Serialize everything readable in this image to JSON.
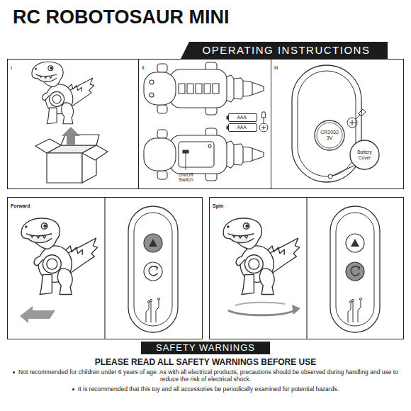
{
  "diagram": {
    "title": "RC ROBOTOSAUR MINI",
    "nodes": [
      {
        "text": [
          "OPERATING INSTRUCTIONS"
        ]
      },
      {
        "text": [
          "i"
        ]
      },
      {
        "text": [
          "ii"
        ]
      },
      {
        "text": [
          "AAA"
        ],
        "in": 2
      },
      {
        "text": [
          "AAA"
        ],
        "in": 2
      },
      {
        "text": [
          "iii"
        ]
      },
      {
        "text": [
          "CR2032 3V"
        ],
        "in": 5
      },
      {
        "text": [
          "Battery Cover"
        ],
        "in": 5
      },
      {
        "text": [
          "Forward"
        ]
      },
      {
        "text": [
          "Spin"
        ]
      },
      {
        "text": [
          "SAFETY WARNINGS"
        ]
      }
    ],
    "labels": [
      "On/Off Switch",
      "PLEASE READ ALL SAFETY WARNINGS BEFORE USE",
      "Not recommended for children under 6 years of age. As with all electrical products, precautions should be observed during handling and use to reduce the risk of electrical shock.",
      "It is recommended that this toy and all accessories be periodically examined for potential hazards."
    ]
  }
}
